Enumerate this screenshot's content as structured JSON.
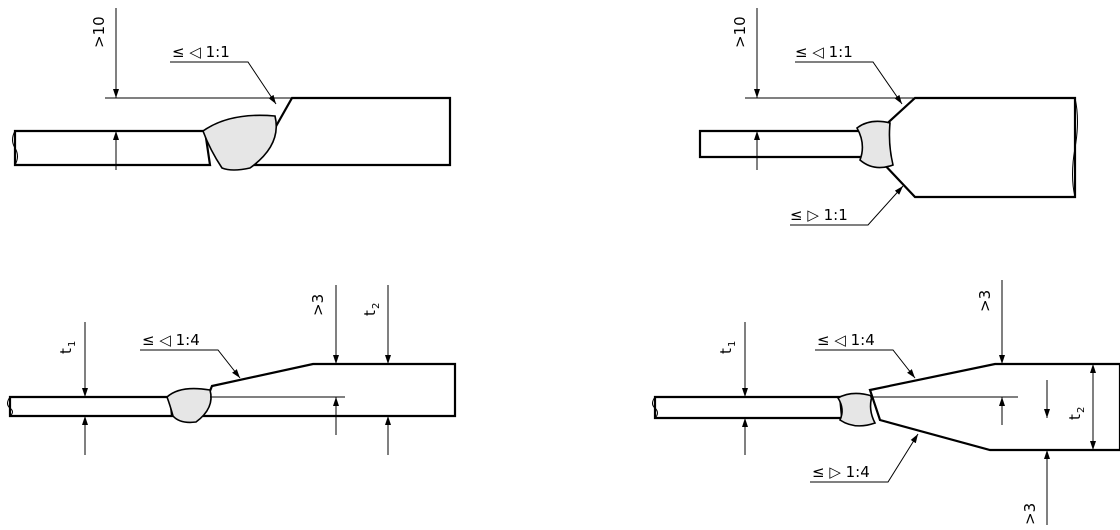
{
  "details": [
    {
      "id": "top-left",
      "slope_label": "≤ ◁ 1:1",
      "offset_label": ">10"
    },
    {
      "id": "top-right",
      "slope_label_top": "≤ ◁ 1:1",
      "slope_label_bottom": "≤ ▷ 1:1",
      "offset_label": ">10"
    },
    {
      "id": "bottom-left",
      "slope_label": "≤ ◁ 1:4",
      "t1_label": "t",
      "t1_sub": "1",
      "t2_label": "t",
      "t2_sub": "2",
      "offset_label": ">3"
    },
    {
      "id": "bottom-right",
      "slope_label_top": "≤ ◁ 1:4",
      "slope_label_bottom": "≤ ▷ 1:4",
      "t1_label": "t",
      "t1_sub": "1",
      "t2_label": "t",
      "t2_sub": "2",
      "offset_top_label": ">3",
      "offset_bottom_label": ">3"
    }
  ]
}
